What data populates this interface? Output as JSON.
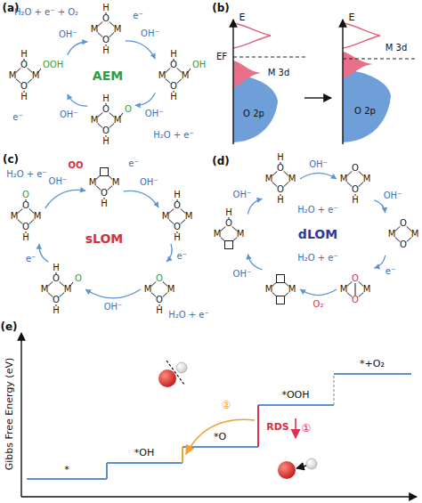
{
  "diagram": {
    "nodes": [
      {
        "text": [
          "H",
          "O",
          "M",
          "M",
          "O",
          "H"
        ]
      },
      {
        "text": [
          "H",
          "O",
          "M",
          "M",
          "O",
          "H",
          "OH"
        ]
      },
      {
        "text": [
          "H",
          "O",
          "M",
          "M",
          "O",
          "H",
          "O"
        ]
      },
      {
        "text": [
          "H",
          "O",
          "M",
          "M",
          "O",
          "H",
          "OOH"
        ]
      },
      {
        "text": [
          "M",
          "M",
          "O",
          "H"
        ]
      },
      {
        "text": [
          "H",
          "O",
          "M",
          "M",
          "O",
          "H"
        ]
      },
      {
        "text": [
          "O",
          "M",
          "M",
          "O",
          "H"
        ]
      },
      {
        "text": [
          "H",
          "O",
          "M",
          "M",
          "O",
          "H",
          "O"
        ]
      },
      {
        "text": [
          "O",
          "O",
          "M",
          "M",
          "O",
          "H"
        ]
      },
      {
        "text": [
          "H",
          "O",
          "M",
          "M",
          "O",
          "H"
        ]
      },
      {
        "text": [
          "O",
          "M",
          "M",
          "O",
          "H"
        ]
      },
      {
        "text": [
          "O",
          "M",
          "M",
          "O"
        ]
      },
      {
        "text": [
          "O",
          "M",
          "M",
          "O"
        ]
      },
      {
        "text": [
          "M",
          "M"
        ]
      },
      {
        "text": [
          "H",
          "O",
          "M",
          "M"
        ]
      }
    ],
    "edges": [
      {
        "from": 0,
        "to": 1,
        "arrow": "to",
        "label": "OH⁻"
      },
      {
        "from": 1,
        "to": 2,
        "arrow": "to",
        "label": "OH⁻"
      },
      {
        "from": 2,
        "to": 3,
        "arrow": "to",
        "label": "OH⁻"
      },
      {
        "from": 3,
        "to": 0,
        "arrow": "to",
        "label": "OH⁻"
      },
      {
        "from": 4,
        "to": 5,
        "arrow": "to",
        "label": "OH⁻"
      },
      {
        "from": 5,
        "to": 6,
        "arrow": "to",
        "label": "e⁻"
      },
      {
        "from": 6,
        "to": 7,
        "arrow": "to",
        "label": "OH⁻"
      },
      {
        "from": 7,
        "to": 8,
        "arrow": "to",
        "label": "e⁻"
      },
      {
        "from": 8,
        "to": 4,
        "arrow": "to",
        "label": "OH⁻"
      },
      {
        "from": 9,
        "to": 10,
        "arrow": "to",
        "label": "OH⁻"
      },
      {
        "from": 10,
        "to": 11,
        "arrow": "to",
        "label": "OH⁻"
      },
      {
        "from": 11,
        "to": 12,
        "arrow": "to",
        "label": "e⁻"
      },
      {
        "from": 12,
        "to": 13,
        "arrow": "to",
        "label": "O₂"
      },
      {
        "from": 13,
        "to": 14,
        "arrow": "to",
        "label": "OH⁻"
      },
      {
        "from": 14,
        "to": 9,
        "arrow": "to",
        "label": "OH⁻"
      }
    ],
    "labels": [
      "(a)",
      "AEM",
      "H₂O + e⁻ + O₂",
      "e⁻",
      "H₂O + e⁻",
      "e⁻",
      "(b)",
      "E",
      "EF",
      "M 3d",
      "O 2p",
      "E",
      "M 3d",
      "O 2p",
      "(c)",
      "sLOM",
      "OO",
      "e⁻",
      "H₂O + e⁻",
      "H₂O + e⁻",
      "(d)",
      "dLOM",
      "H₂O + e⁻",
      "H₂O + e⁻",
      "(e)",
      "Gibbs Free Energy (eV)",
      "*",
      "*OH",
      "*O",
      "*OOH",
      "*+O₂",
      "RDS",
      "①",
      "②"
    ]
  }
}
